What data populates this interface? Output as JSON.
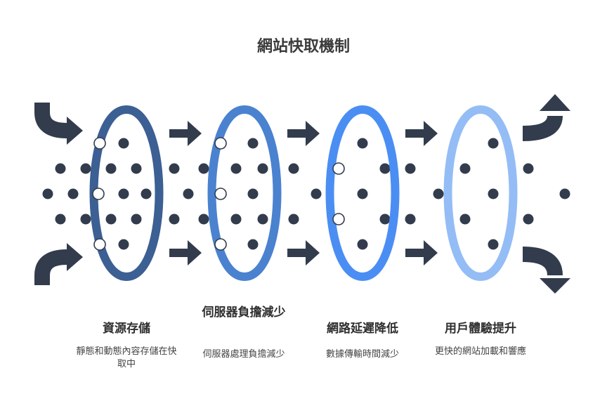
{
  "title": "網站快取機制",
  "colors": {
    "arrow": "#323c4d",
    "dot": "#323c4d",
    "ring_outline": "#323c4d"
  },
  "stages": [
    {
      "title": "資源存儲",
      "description": "靜態和動態內容存儲在快取中",
      "color": "#3c5f94"
    },
    {
      "title": "伺服器負擔減少",
      "description": "伺服器處理負擔減少",
      "color": "#4a82d0"
    },
    {
      "title": "網路延遲降低",
      "description": "數據傳輸時間減少",
      "color": "#4b8ef3"
    },
    {
      "title": "用戶體驗提升",
      "description": "更快的網站加載和響應",
      "color": "#94bdf6"
    }
  ]
}
